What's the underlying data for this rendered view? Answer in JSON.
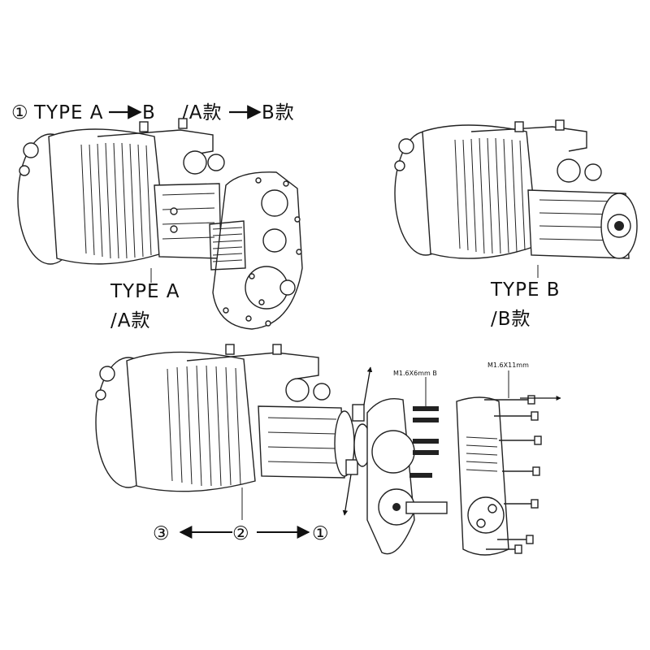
{
  "header": {
    "step_marker": "①",
    "type_from": "TYPE A",
    "type_to": "B",
    "cn_from": "/A款",
    "cn_to": "B款"
  },
  "figure_a": {
    "label_en": "TYPE A",
    "label_cn": "/A款"
  },
  "figure_b": {
    "label_en": "TYPE B",
    "label_cn": "/B款"
  },
  "exploded": {
    "screw_short": "M1.6X6mm B",
    "screw_long": "M1.6X11mm",
    "step_left": "③",
    "step_mid": "②",
    "step_right": "①"
  },
  "colors": {
    "line": "#222222",
    "background": "#ffffff"
  }
}
